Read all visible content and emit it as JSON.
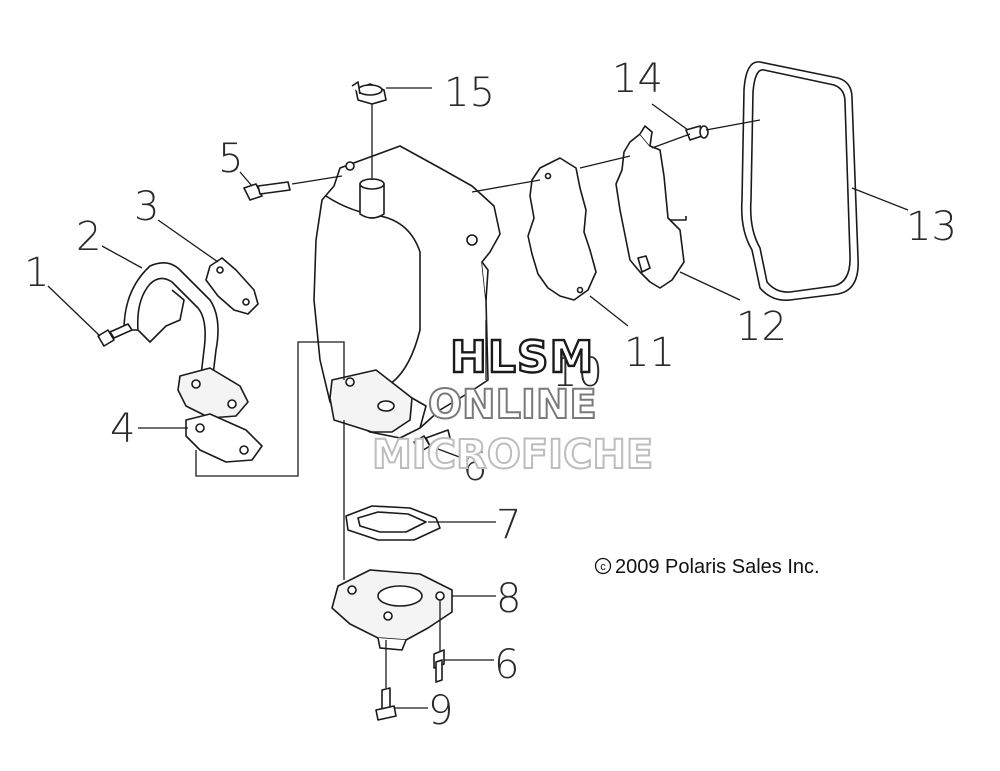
{
  "callouts": {
    "c1": "1",
    "c2": "2",
    "c3": "3",
    "c4": "4",
    "c5": "5",
    "c6a": "6",
    "c6b": "6",
    "c7": "7",
    "c8": "8",
    "c9": "9",
    "c10": "10",
    "c11": "11",
    "c12": "12",
    "c13": "13",
    "c14": "14",
    "c15": "15"
  },
  "watermark": {
    "line1": "HLSM",
    "line2": "ONLINE",
    "line3": "MICROFICHE"
  },
  "copyright": "2009 Polaris Sales Inc.",
  "copyright_symbol": "c"
}
